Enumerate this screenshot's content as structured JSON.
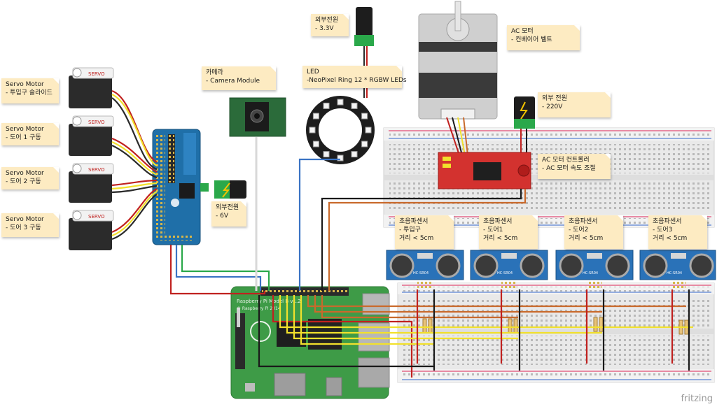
{
  "notes": {
    "servo1": [
      "Servo Motor",
      "- 투입구 슬라이드"
    ],
    "servo2": [
      "Servo Motor",
      "- 도어 1 구동"
    ],
    "servo3": [
      "Servo Motor",
      "- 도어 2 구동"
    ],
    "servo4": [
      "Servo Motor",
      "- 도어 3 구동"
    ],
    "camera": [
      "카메라",
      "- Camera Module"
    ],
    "power33": [
      "외부전원",
      "- 3.3V"
    ],
    "led": [
      "LED",
      "-NeoPixel Ring 12 * RGBW LEDs"
    ],
    "acmotor": [
      "AC 모터",
      "- 컨베이어 벨트"
    ],
    "power220": [
      "외부 전원",
      "- 220V"
    ],
    "acctrl": [
      "AC 모터 컨트롤러",
      "- AC 모터 속도 조절"
    ],
    "power6": [
      "외부전원",
      "- 6V"
    ],
    "us1": [
      "초음파센서",
      "- 투입구",
      "거리 < 5cm"
    ],
    "us2": [
      "초음파센서",
      "- 도어1",
      "거리 < 5cm"
    ],
    "us3": [
      "초음파센서",
      "- 도어2",
      "거리 < 5cm"
    ],
    "us4": [
      "초음파센서",
      "- 도어3",
      "거리 < 5cm"
    ]
  },
  "servo_label": "SERVO",
  "sensor_label": "HC-SR04",
  "pi_label": "Raspberry Pi Model B v1.2",
  "pi_copyright": "© Raspberry Pi 2014",
  "watermark": "fritzing",
  "colors": {
    "note_bg": "#fdebc2",
    "breadboard": "#e9e9e9",
    "pi_board": "#3e9b47",
    "servo_driver": "#1f6fa8",
    "controller": "#d3322f",
    "sensor": "#2a72b8",
    "wire_red": "#c0211f",
    "wire_yellow": "#f2e12c",
    "wire_black": "#1a1a1a",
    "wire_orange": "#c96a2c",
    "wire_green": "#2aa84a",
    "wire_blue": "#3a73c4"
  }
}
